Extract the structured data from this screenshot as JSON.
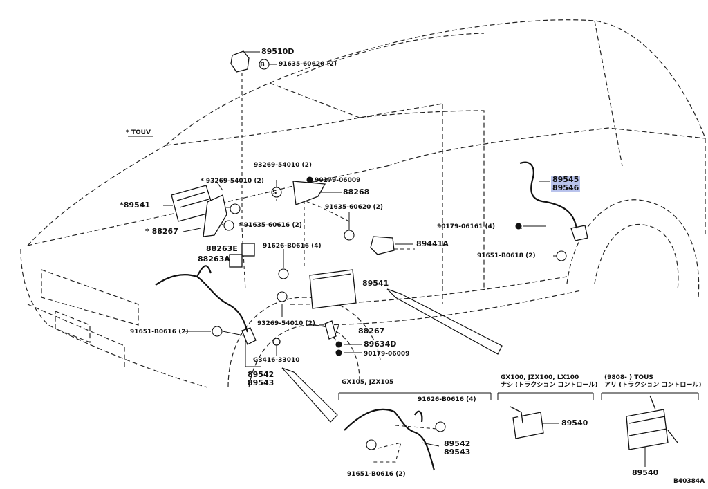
{
  "diagram": {
    "doc_id": "B40384A",
    "note": "* TOUV",
    "callouts": {
      "p89510D": "89510D",
      "p91635_60620_a": "91635-60620 (2)",
      "p93269_54010_a": "93269-54010 (2)",
      "p90179_06009_a": "90179-06009",
      "p88268": "88268",
      "p93269_54010_b": "* 93269-54010 (2)",
      "p89541_star": "*89541",
      "p91635_60620_b": "91635-60620 (2)",
      "p88267_star": "* 88267",
      "p91635_60616": "* 91635-60616 (2)",
      "p88263E": "88263E",
      "p91626_B0616_a": "91626-B0616 (4)",
      "p88263A": "88263A",
      "p89441A": "89441A",
      "p89541": "89541",
      "p93269_54010_c": "93269-54010 (2)",
      "p91651_B0616_a": "91651-B0616 (2)",
      "p88267": "88267",
      "p89634D": "89634D",
      "p90179_06009_b": "90179-06009",
      "p33416": "G3416-33010",
      "p89542_a": "89542",
      "p89543_a": "89543",
      "p89545": "89545",
      "p89546": "89546",
      "p90179_06161": "90179-06161 (4)",
      "p91651_B0618": "91651-B0618 (2)",
      "p91626_B0616_b": "91626-B0616 (4)",
      "p89542_b": "89542",
      "p89543_b": "89543",
      "p91651_B0616_b": "91651-B0616 (2)",
      "p89540_a": "89540",
      "p89540_b": "89540"
    },
    "markers": {
      "bolt": "B",
      "screw": "S"
    },
    "sections": {
      "s1": {
        "line1": "GX105, JZX105"
      },
      "s2": {
        "line1": "GX100, JZX100, LX100",
        "line2": "ナシ (トラクション コントロール)"
      },
      "s3": {
        "line1": "(9808-      ) TOUS",
        "line2": "アリ (トラクション コントロール)"
      }
    }
  }
}
